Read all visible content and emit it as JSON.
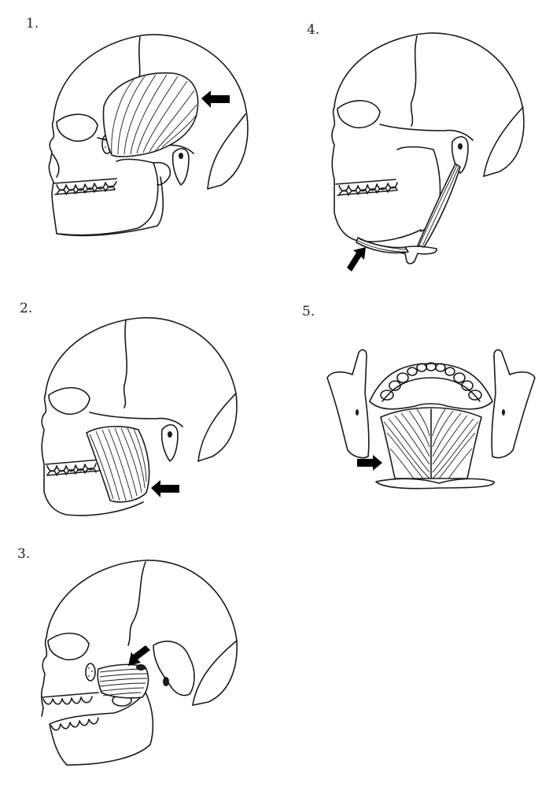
{
  "panels": [
    {
      "label": "1.",
      "icon": "skull-lateral-temporalis"
    },
    {
      "label": "2.",
      "icon": "skull-lateral-masseter"
    },
    {
      "label": "3.",
      "icon": "skull-lateral-lateral-pterygoid"
    },
    {
      "label": "4.",
      "icon": "skull-lateral-digastric"
    },
    {
      "label": "5.",
      "icon": "mandible-inferior-mylohyoid"
    }
  ],
  "colors": {
    "ink": "#1a1a1a",
    "arrow": "#000000",
    "background": "#ffffff"
  }
}
